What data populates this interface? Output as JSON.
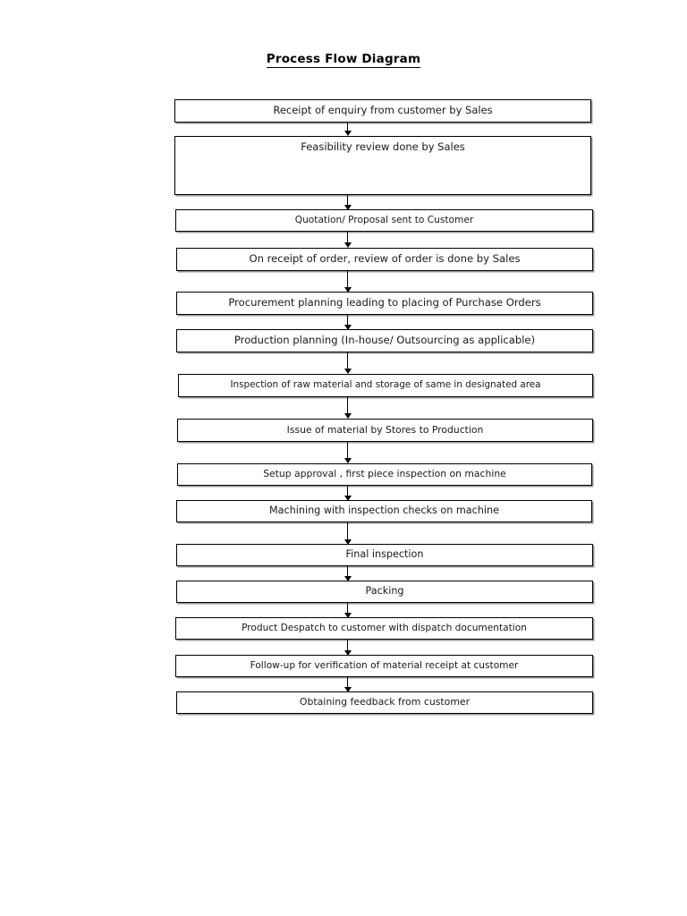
{
  "document": {
    "title": "Process Flow Diagram"
  },
  "flow": {
    "type": "flowchart",
    "orientation": "top-to-bottom",
    "connector_symbol": "downward-arrow",
    "steps": [
      {
        "id": "step-1",
        "label": "Receipt of enquiry from customer by Sales"
      },
      {
        "id": "step-2",
        "label": "Feasibility review done by Sales"
      },
      {
        "id": "step-3",
        "label": "Quotation/ Proposal sent to Customer"
      },
      {
        "id": "step-4",
        "label": "On receipt of order, review of order is done by Sales"
      },
      {
        "id": "step-5",
        "label": "Procurement planning leading to placing of Purchase Orders"
      },
      {
        "id": "step-6",
        "label": "Production planning (In-house/ Outsourcing as applicable)"
      },
      {
        "id": "step-7",
        "label": "Inspection of raw material and storage of same in designated area"
      },
      {
        "id": "step-8",
        "label": "Issue of material by Stores to Production"
      },
      {
        "id": "step-9",
        "label": "Setup approval , first piece inspection on machine"
      },
      {
        "id": "step-10",
        "label": "Machining with inspection checks on machine"
      },
      {
        "id": "step-11",
        "label": "Final inspection"
      },
      {
        "id": "step-12",
        "label": "Packing"
      },
      {
        "id": "step-13",
        "label": "Product Despatch to customer with dispatch documentation"
      },
      {
        "id": "step-14",
        "label": "Follow-up for verification of material receipt at customer"
      },
      {
        "id": "step-15",
        "label": "Obtaining feedback from customer"
      }
    ]
  }
}
